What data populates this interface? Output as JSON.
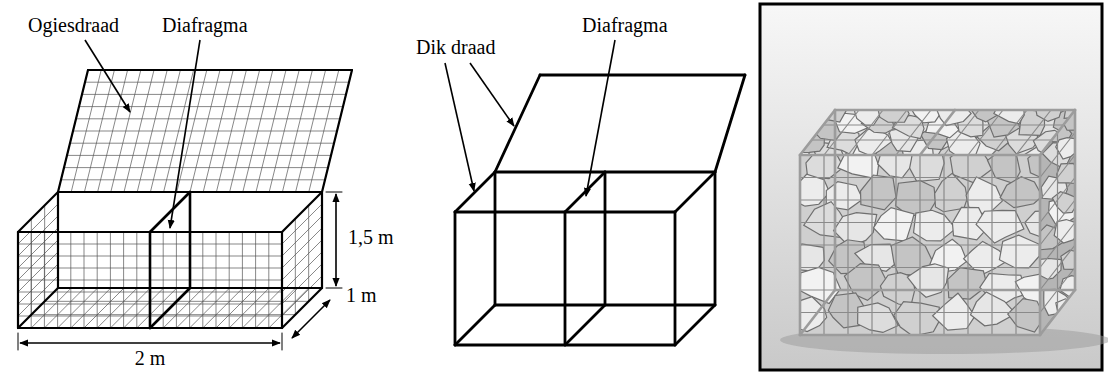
{
  "diagram": {
    "labels": [
      "Ogiesdraad",
      "Diafragma",
      "Diafragma",
      "Dik draad",
      "1,5 m",
      "1 m",
      "2 m"
    ]
  }
}
